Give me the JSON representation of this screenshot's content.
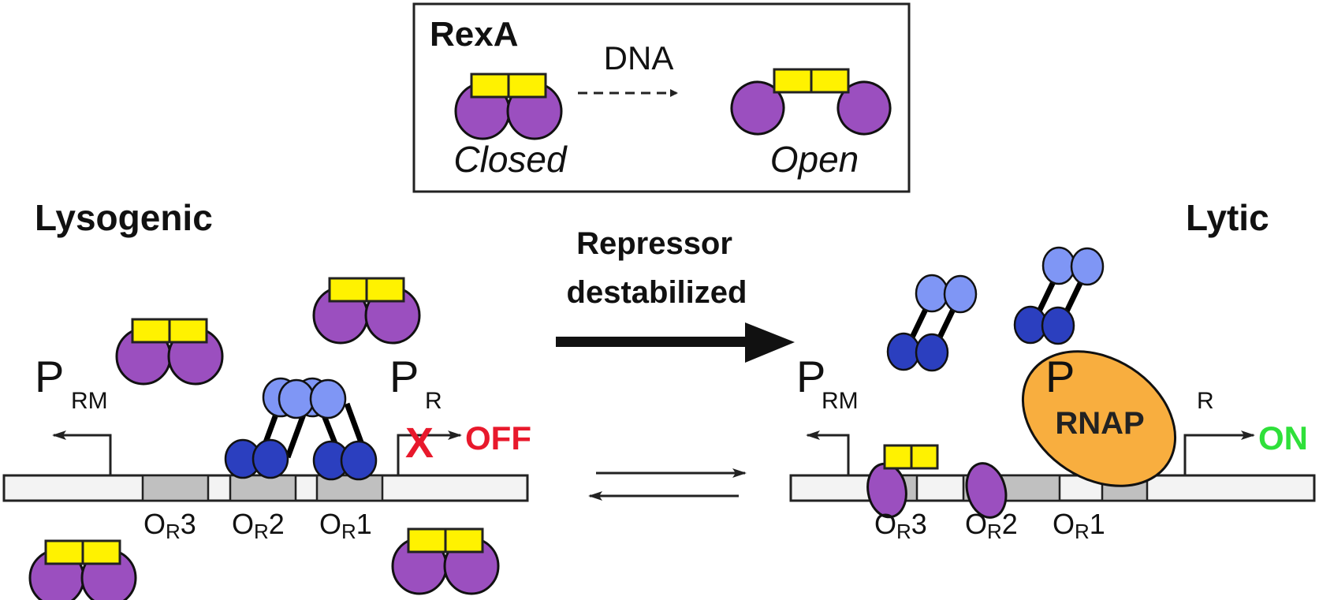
{
  "legend": {
    "title": "RexA",
    "arrow_label": "DNA",
    "closed_label": "Closed",
    "open_label": "Open"
  },
  "left_panel": {
    "title": "Lysogenic",
    "promoter_left": {
      "main": "P",
      "sub": "RM"
    },
    "promoter_right": {
      "main": "P",
      "sub": "R"
    },
    "status_mark": "X",
    "status": "OFF",
    "operators": [
      {
        "main": "O",
        "sub": "R",
        "num": "3"
      },
      {
        "main": "O",
        "sub": "R",
        "num": "2"
      },
      {
        "main": "O",
        "sub": "R",
        "num": "1"
      }
    ]
  },
  "center": {
    "line1": "Repressor",
    "line2": "destabilized"
  },
  "right_panel": {
    "title": "Lytic",
    "promoter_left": {
      "main": "P",
      "sub": "RM"
    },
    "promoter_right": {
      "main": "P",
      "sub": "R"
    },
    "polymerase": "RNAP",
    "status": "ON",
    "operators": [
      {
        "main": "O",
        "sub": "R",
        "num": "3"
      },
      {
        "main": "O",
        "sub": "R",
        "num": "2"
      },
      {
        "main": "O",
        "sub": "R",
        "num": "1"
      }
    ]
  },
  "colors": {
    "rexa_body": "#9b4fbf",
    "rexa_domain": "#fff200",
    "repressor_light": "#7f96f5",
    "repressor_dark": "#2b3fbf",
    "rnap": "#f8ae3f",
    "off": "#e8192c",
    "on": "#2fe03a"
  }
}
